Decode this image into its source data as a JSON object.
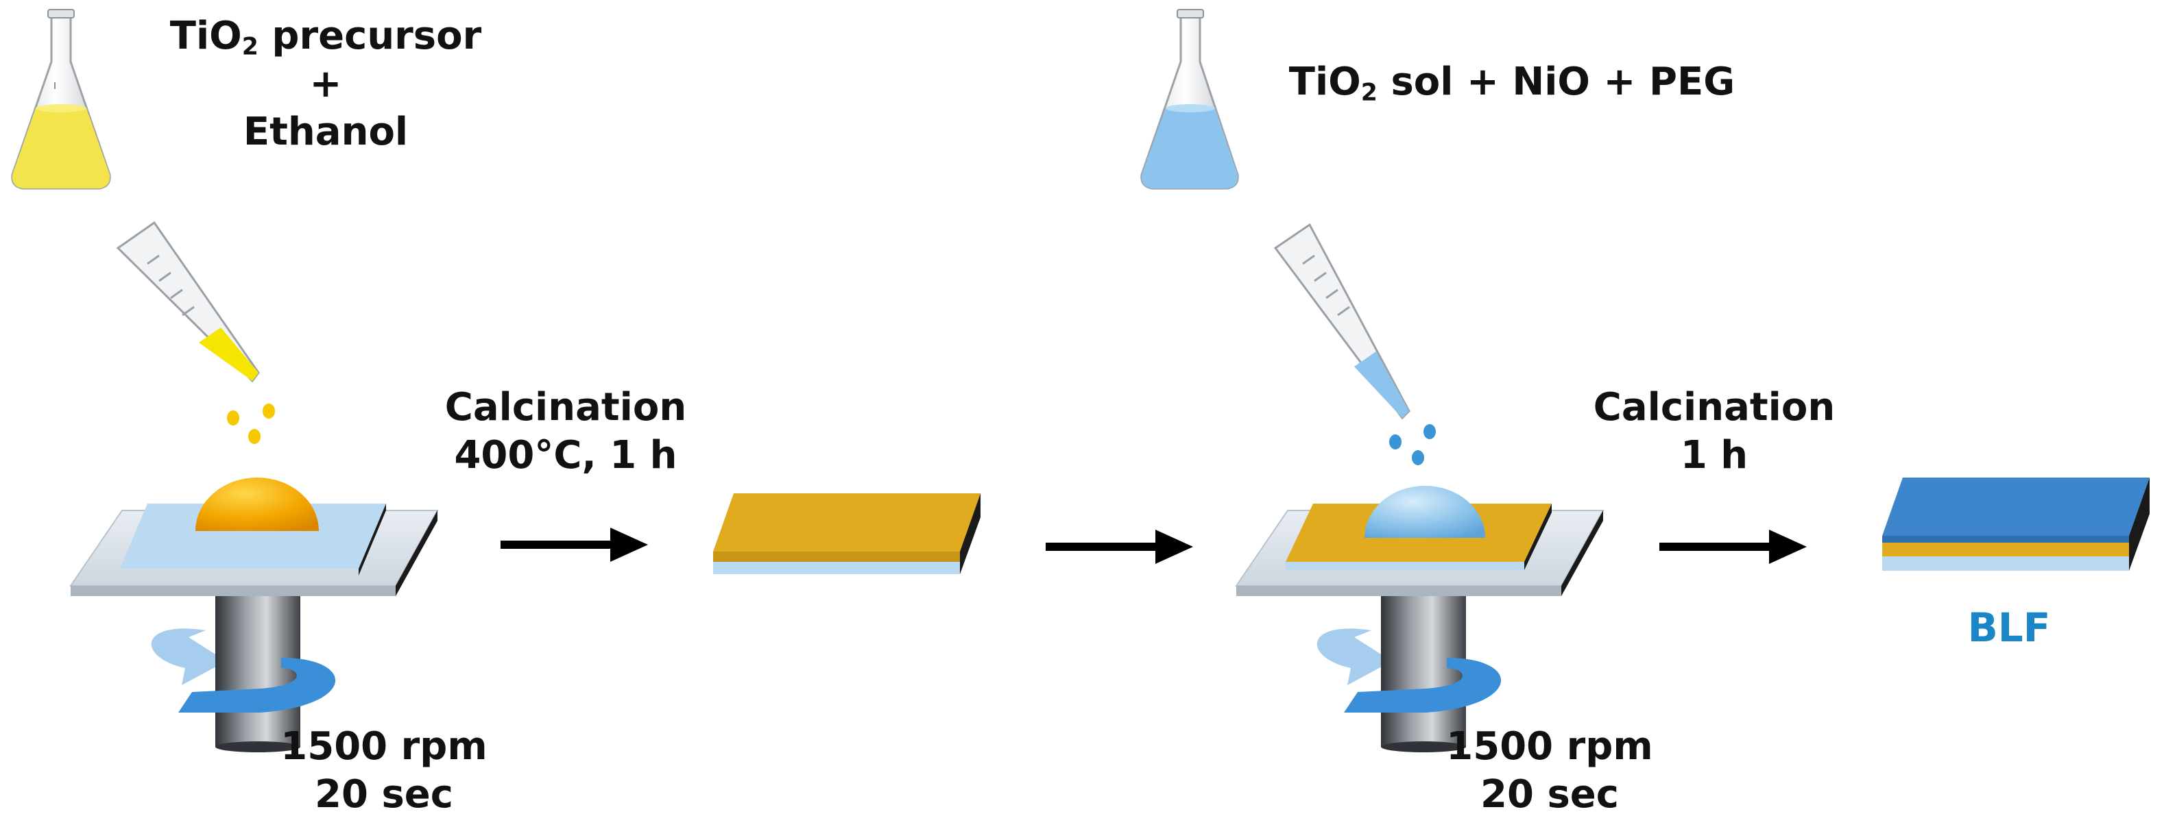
{
  "step1": {
    "precursor_prefix": "TiO",
    "precursor_sub": "2",
    "precursor_suffix": " precursor",
    "plus": "+",
    "solvent": "Ethanol",
    "spin_speed": "1500 rpm",
    "spin_time": "20 sec",
    "liquid_color": "#f2e44a",
    "drop_color": "#f5a300"
  },
  "calcination1": {
    "label": "Calcination",
    "condition": "400°C, 1 h"
  },
  "step2": {
    "sol_prefix": "TiO",
    "sol_sub": "2",
    "sol_suffix": " sol + NiO + PEG",
    "spin_speed": "1500 rpm",
    "spin_time": "20 sec",
    "liquid_color": "#8cc4ee",
    "drop_color": "#8fc6ec"
  },
  "calcination2": {
    "label": "Calcination",
    "condition": "1 h"
  },
  "product": {
    "label": "BLF"
  },
  "colors": {
    "tio2_layer": "#e0ab1e",
    "substrate": "#bcd9f2",
    "blf_layer": "#3d86cc",
    "stage": "#d9e1ea",
    "shaft": "#555a60",
    "arrow": "#000000",
    "rotation_arrow": "#3a8fd8"
  },
  "icons": [
    "flask-icon",
    "pipette-icon",
    "spin-coater-icon",
    "rotation-arrow-icon",
    "process-arrow-icon",
    "film-stack-icon"
  ]
}
